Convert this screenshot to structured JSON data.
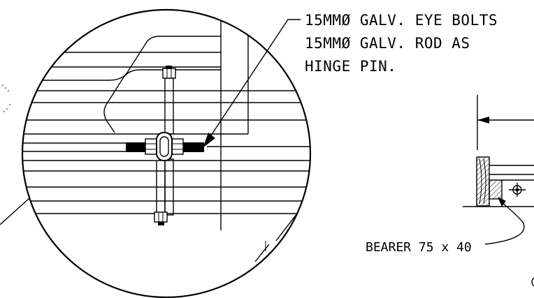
{
  "drawing": {
    "note_lines": [
      "15MMØ GALV. EYE BOLTS",
      "15MMØ GALV. ROD AS",
      "HINGE PIN."
    ],
    "bearer_label": "BEARER 75 x 40",
    "colors": {
      "line": "#000000",
      "background": "#ffffff"
    }
  }
}
